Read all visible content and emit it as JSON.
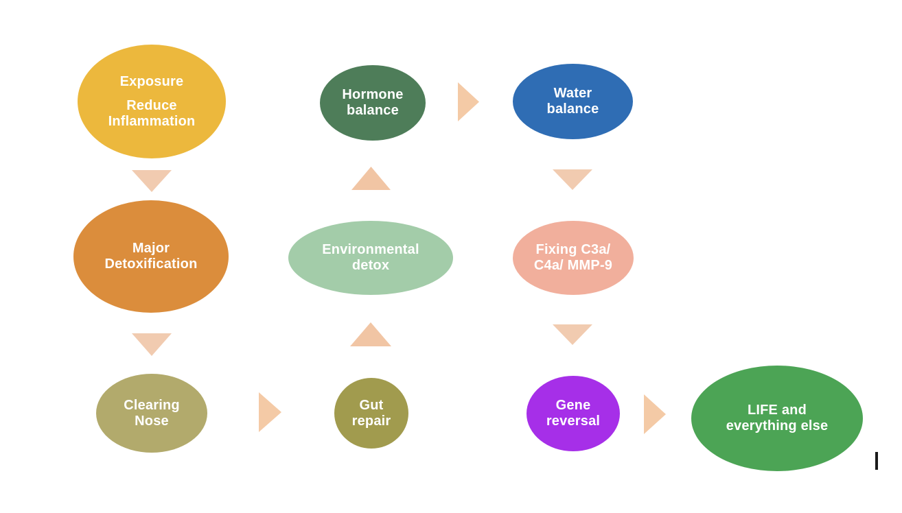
{
  "diagram": {
    "background": "#ffffff",
    "text_color": "#ffffff",
    "nodes": [
      {
        "id": "exposure",
        "line1": "Exposure",
        "line2": "Reduce",
        "line3": "Inflammation",
        "color": "#ECB83D"
      },
      {
        "id": "major-detoxification",
        "line1": "Major",
        "line2": "Detoxification",
        "color": "#DB8D3C"
      },
      {
        "id": "clearing-nose",
        "line1": "Clearing",
        "line2": "Nose",
        "color": "#B2AA6C"
      },
      {
        "id": "hormone-balance",
        "line1": "Hormone",
        "line2": "balance",
        "color": "#4E7D59"
      },
      {
        "id": "environmental-detox",
        "line1": "Environmental",
        "line2": "detox",
        "color": "#A3CCA9"
      },
      {
        "id": "gut-repair",
        "line1": "Gut",
        "line2": "repair",
        "color": "#A19B4E"
      },
      {
        "id": "water-balance",
        "line1": "Water",
        "line2": "balance",
        "color": "#2F6DB4"
      },
      {
        "id": "fixing-c3a-c4a-mmp9",
        "line1": "Fixing C3a/",
        "line2": "C4a/ MMP-9",
        "color": "#F1AF9C"
      },
      {
        "id": "gene-reversal",
        "line1": "Gene",
        "line2": "reversal",
        "color": "#A62FE8"
      },
      {
        "id": "life-everything-else",
        "line1": "LIFE and",
        "line2": "everything else",
        "color": "#4CA455"
      }
    ],
    "arrow_colors": {
      "down": "#F1CBB0",
      "up": "#F1C5A4",
      "right": "#F4CAA6"
    }
  },
  "cursor": {
    "color": "#1a1a1a"
  }
}
